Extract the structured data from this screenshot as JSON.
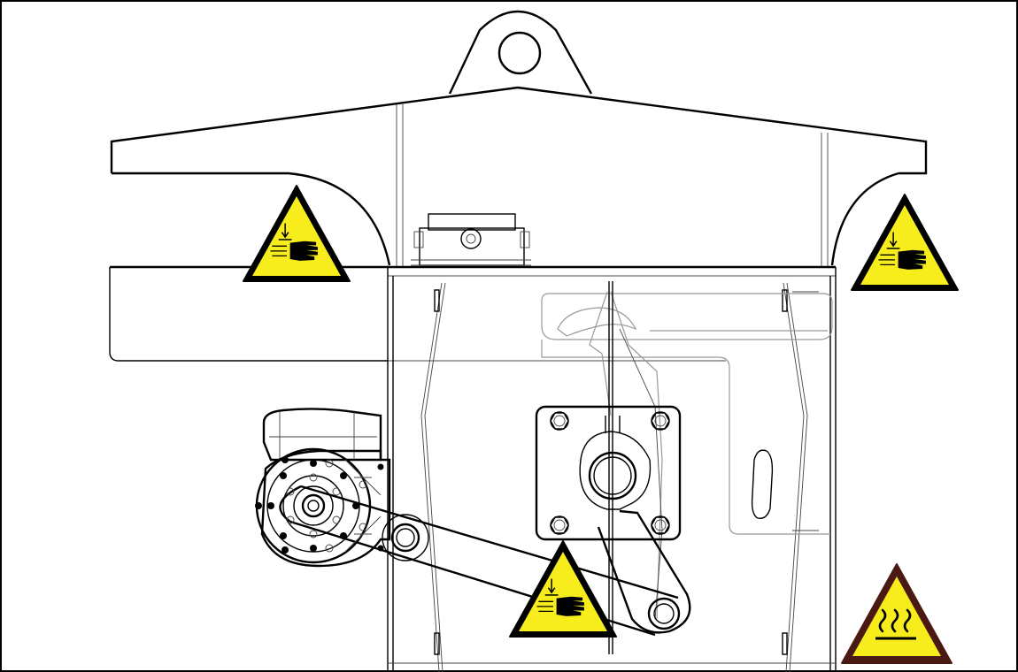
{
  "drawing": {
    "subject": "lifting-gripper-assembly",
    "line_color": "#000000",
    "background_color": "#ffffff",
    "hidden_line_color": "#999999"
  },
  "warning_signs": [
    {
      "name": "hand-crush-warning-left",
      "icon": "hand-crush-icon",
      "fill": "#f7ec1c",
      "border": "#000000"
    },
    {
      "name": "hand-crush-warning-right",
      "icon": "hand-crush-icon",
      "fill": "#f7ec1c",
      "border": "#000000"
    },
    {
      "name": "hand-crush-warning-center",
      "icon": "hand-crush-icon",
      "fill": "#f7ec1c",
      "border": "#000000"
    },
    {
      "name": "hot-surface-warning",
      "icon": "hot-surface-icon",
      "fill": "#f7ec1c",
      "border": "#4a1a12"
    }
  ]
}
